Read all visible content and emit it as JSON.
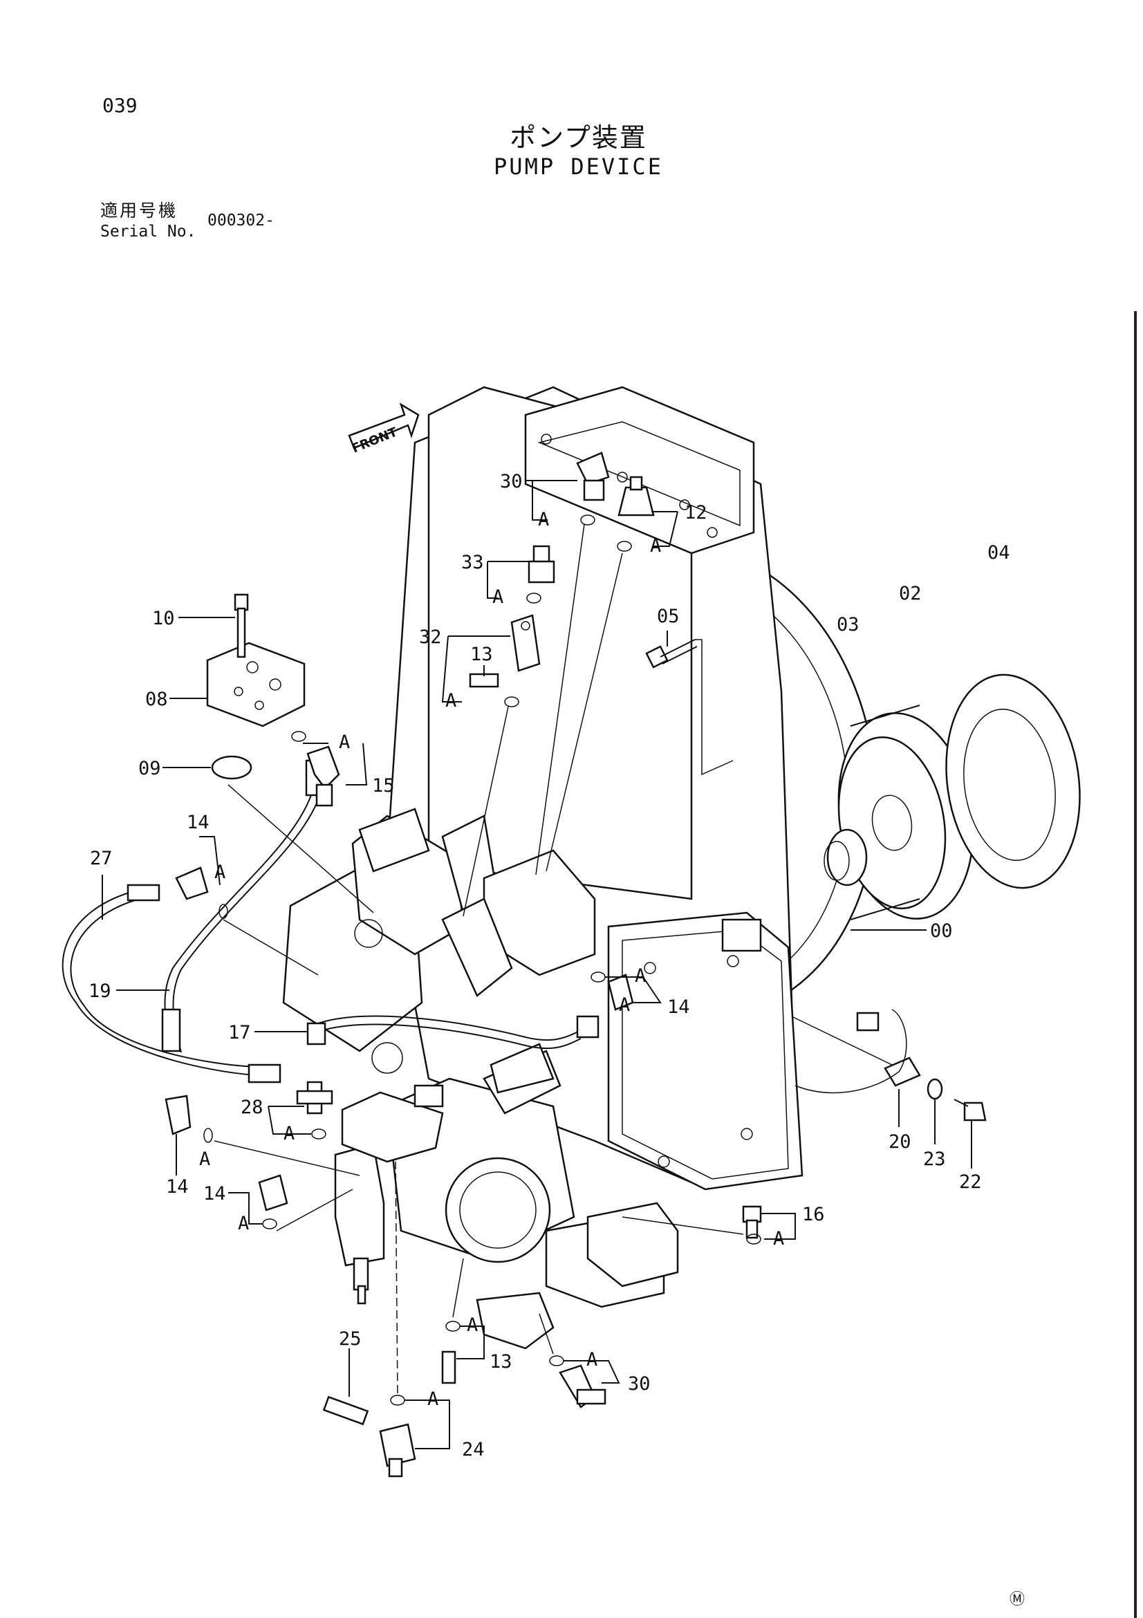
{
  "page_number": "039",
  "title_jp": "ポンプ装置",
  "title_en": "PUMP DEVICE",
  "serial_label_jp": "適用号機",
  "serial_label_en": "Serial No.",
  "serial_value": "000302-",
  "front_label": "FRONT",
  "marker_symbol": "Ⓜ",
  "sub_ref": "A",
  "callouts": [
    "30",
    "12",
    "33",
    "10",
    "32",
    "13",
    "05",
    "04",
    "02",
    "03",
    "08",
    "09",
    "15",
    "14",
    "27",
    "00",
    "19",
    "17",
    "28",
    "20",
    "23",
    "22",
    "16",
    "25",
    "24"
  ]
}
